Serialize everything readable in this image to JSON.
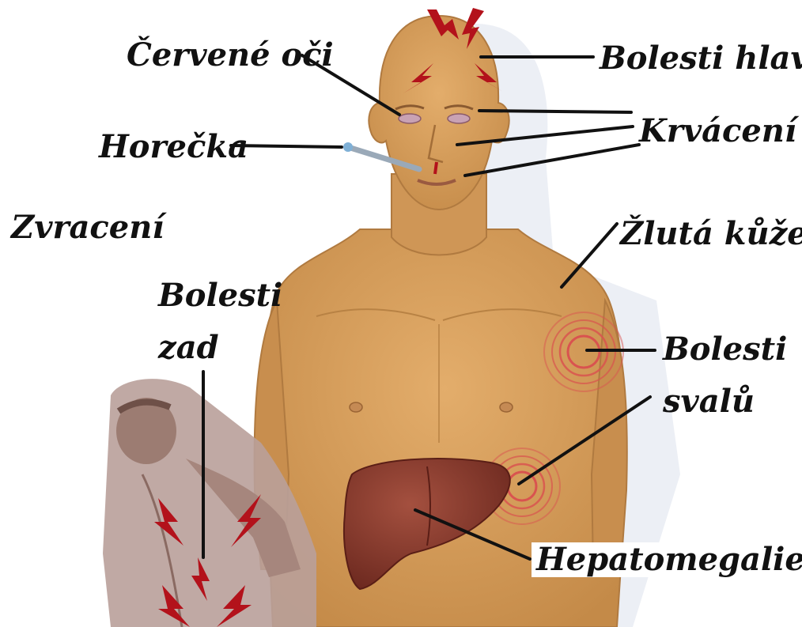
{
  "labels": {
    "red_eyes": "Červené oči",
    "headache": "Bolesti hlavy",
    "bleeding": "Krvácení",
    "fever": "Horečka",
    "vomiting": "Zvracení",
    "yellow_skin": "Žlutá kůže",
    "back_pain_line1": "Bolesti",
    "back_pain_line2": "zad",
    "muscle_pain_line1": "Bolesti",
    "muscle_pain_line2": "svalů",
    "hepatomegaly": "Hepatomegalie"
  },
  "colors": {
    "skin": "#d9a05c",
    "skin_shadow": "#b47a3e",
    "liver": "#8a3b2e",
    "pain_bolt": "#b3121b",
    "pain_ring": "#d9534f",
    "leader_line": "#111111"
  }
}
